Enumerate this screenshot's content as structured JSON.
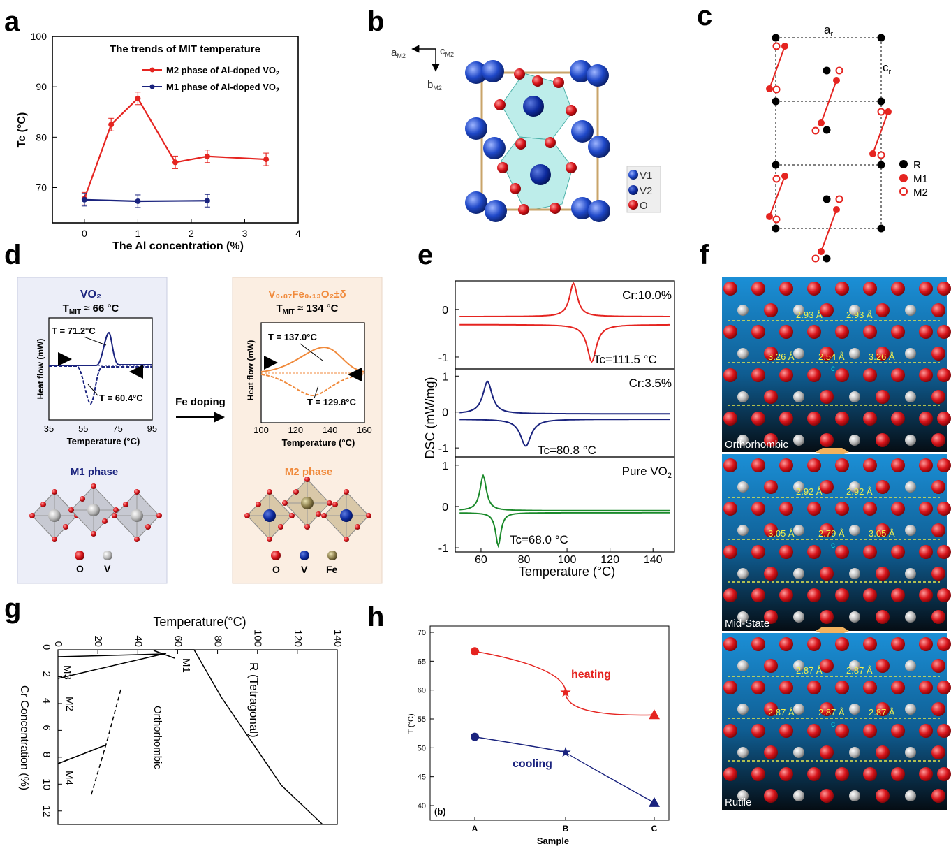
{
  "panels": {
    "a": "a",
    "b": "b",
    "c": "c",
    "d": "d",
    "e": "e",
    "f": "f",
    "g": "g",
    "h": "h"
  },
  "colors": {
    "red": "#e52420",
    "navy": "#1a237e",
    "green": "#1b8a2b",
    "orange": "#f08a3c",
    "sky": "#2aa8e0"
  },
  "chart_data": [
    {
      "id": "a",
      "type": "line",
      "title": "The trends of MIT temperature",
      "xlabel": "The Al concentration (%)",
      "ylabel": "Tc (°C)",
      "xlim": [
        -0.6,
        4
      ],
      "ylim": [
        63,
        100
      ],
      "xticks": [
        0,
        1,
        2,
        3,
        4
      ],
      "yticks": [
        70,
        80,
        90,
        100
      ],
      "series": [
        {
          "name": "M2 phase of Al-doped VO2",
          "color": "#e52420",
          "x": [
            0,
            0.5,
            1,
            1.7,
            2.3,
            3.4
          ],
          "y": [
            67.8,
            82.5,
            87.7,
            75.0,
            76.2,
            75.6
          ]
        },
        {
          "name": "M1 phase of Al-doped VO2",
          "color": "#1a237e",
          "x": [
            0,
            1,
            2.3
          ],
          "y": [
            67.6,
            67.3,
            67.4
          ]
        }
      ]
    },
    {
      "id": "e",
      "type": "line",
      "xlabel": "Temperature (°C)",
      "ylabel": "DSC (mW/mg)",
      "xticks": [
        60,
        80,
        100,
        120,
        140
      ],
      "xlim": [
        48,
        150
      ],
      "subplots": [
        {
          "label": "Cr:10.0%",
          "annotation": "Tc=111.5 °C",
          "color": "#e52420",
          "yticks": [
            0,
            -1
          ],
          "ylim": [
            -1.25,
            0.6
          ]
        },
        {
          "label": "Cr:3.5%",
          "annotation": "Tc=80.8 °C",
          "color": "#1a237e",
          "yticks": [
            1,
            0,
            -1
          ],
          "ylim": [
            -1.25,
            1.2
          ]
        },
        {
          "label": "Pure VO2",
          "annotation": "Tc=68.0 °C",
          "color": "#1b8a2b",
          "yticks": [
            1,
            0,
            -1
          ],
          "ylim": [
            -1.1,
            1.2
          ]
        }
      ]
    },
    {
      "id": "g",
      "type": "line",
      "xlabel": "Temperature(°C)",
      "ylabel": "Cr Concentration (%)",
      "xticks": [
        0,
        20,
        40,
        60,
        80,
        100,
        120,
        140
      ],
      "yticks": [
        0,
        2,
        4,
        6,
        8,
        10,
        12
      ],
      "regions": [
        "M3",
        "M1",
        "M2",
        "Orthorhombic",
        "M4",
        "R (Tetragonal)"
      ]
    },
    {
      "id": "h",
      "type": "line",
      "xlabel": "Sample",
      "ylabel": "T (°C)",
      "categories": [
        "A",
        "B",
        "C"
      ],
      "yticks": [
        40,
        45,
        50,
        55,
        60,
        65,
        70
      ],
      "ylim": [
        40,
        70
      ],
      "tag": "(b)",
      "series": [
        {
          "name": "heating",
          "color": "#e52420",
          "values": [
            66.7,
            59.6,
            55.7
          ]
        },
        {
          "name": "cooling",
          "color": "#1a237e",
          "values": [
            51.9,
            49.2,
            40.5
          ]
        }
      ]
    }
  ],
  "panel_b": {
    "axis_a": "a",
    "axis_a_sub": "M2",
    "axis_c": "c",
    "axis_c_sub": "M2",
    "axis_b": "b",
    "axis_b_sub": "M2",
    "legend": [
      "V1",
      "V2",
      "O"
    ]
  },
  "panel_c": {
    "a_label": "a",
    "a_sub": "r",
    "c_label": "c",
    "c_sub": "r",
    "legend": [
      "R",
      "M1",
      "M2"
    ]
  },
  "panel_d": {
    "left_title": "VO₂",
    "left_tmit": "T",
    "left_tmit_sub": "MIT",
    "left_tmit_val": " ≈ 66 °C",
    "left_peak_hi": "T = 71.2°C",
    "left_peak_lo": "T = 60.4°C",
    "left_ylabel": "Heat flow (mW)",
    "left_xlabel": "Temperature (°C)",
    "left_xticks": [
      "35",
      "55",
      "75",
      "95"
    ],
    "left_phase": "M1 phase",
    "left_legend": [
      "O",
      "V"
    ],
    "arrow_label": "Fe doping",
    "right_title": "V₀.₈₇Fe₀.₁₃O₂±δ",
    "right_tmit": "T",
    "right_tmit_sub": "MIT",
    "right_tmit_val": " ≈ 134 °C",
    "right_peak_hi": "T = 137.0°C",
    "right_peak_lo": "T = 129.8°C",
    "right_ylabel": "Heat flow (mW)",
    "right_xlabel": "Temperature (°C)",
    "right_xticks": [
      "100",
      "120",
      "140",
      "160"
    ],
    "right_phase": "M2 phase",
    "right_legend": [
      "O",
      "V",
      "Fe"
    ]
  },
  "panel_f": {
    "stage1": {
      "name": "Orthorhombic",
      "row1": [
        "2.93 Å",
        "2.93 Å"
      ],
      "row2": [
        "3.26 Å",
        "2.54 Å",
        "3.26 Å"
      ],
      "c": "c"
    },
    "stage2": {
      "name": "Mid-State",
      "row1": [
        "2.92 Å",
        "2.92 Å"
      ],
      "row2": [
        "3.05 Å",
        "2.79 Å",
        "3.05 Å"
      ],
      "c": "c"
    },
    "stage3": {
      "name": "Rutile",
      "row1": [
        "2.87 Å",
        "2.87 Å"
      ],
      "row2": [
        "2.87 Å",
        "2.87 Å",
        "2.87 Å"
      ],
      "c": "c"
    }
  }
}
